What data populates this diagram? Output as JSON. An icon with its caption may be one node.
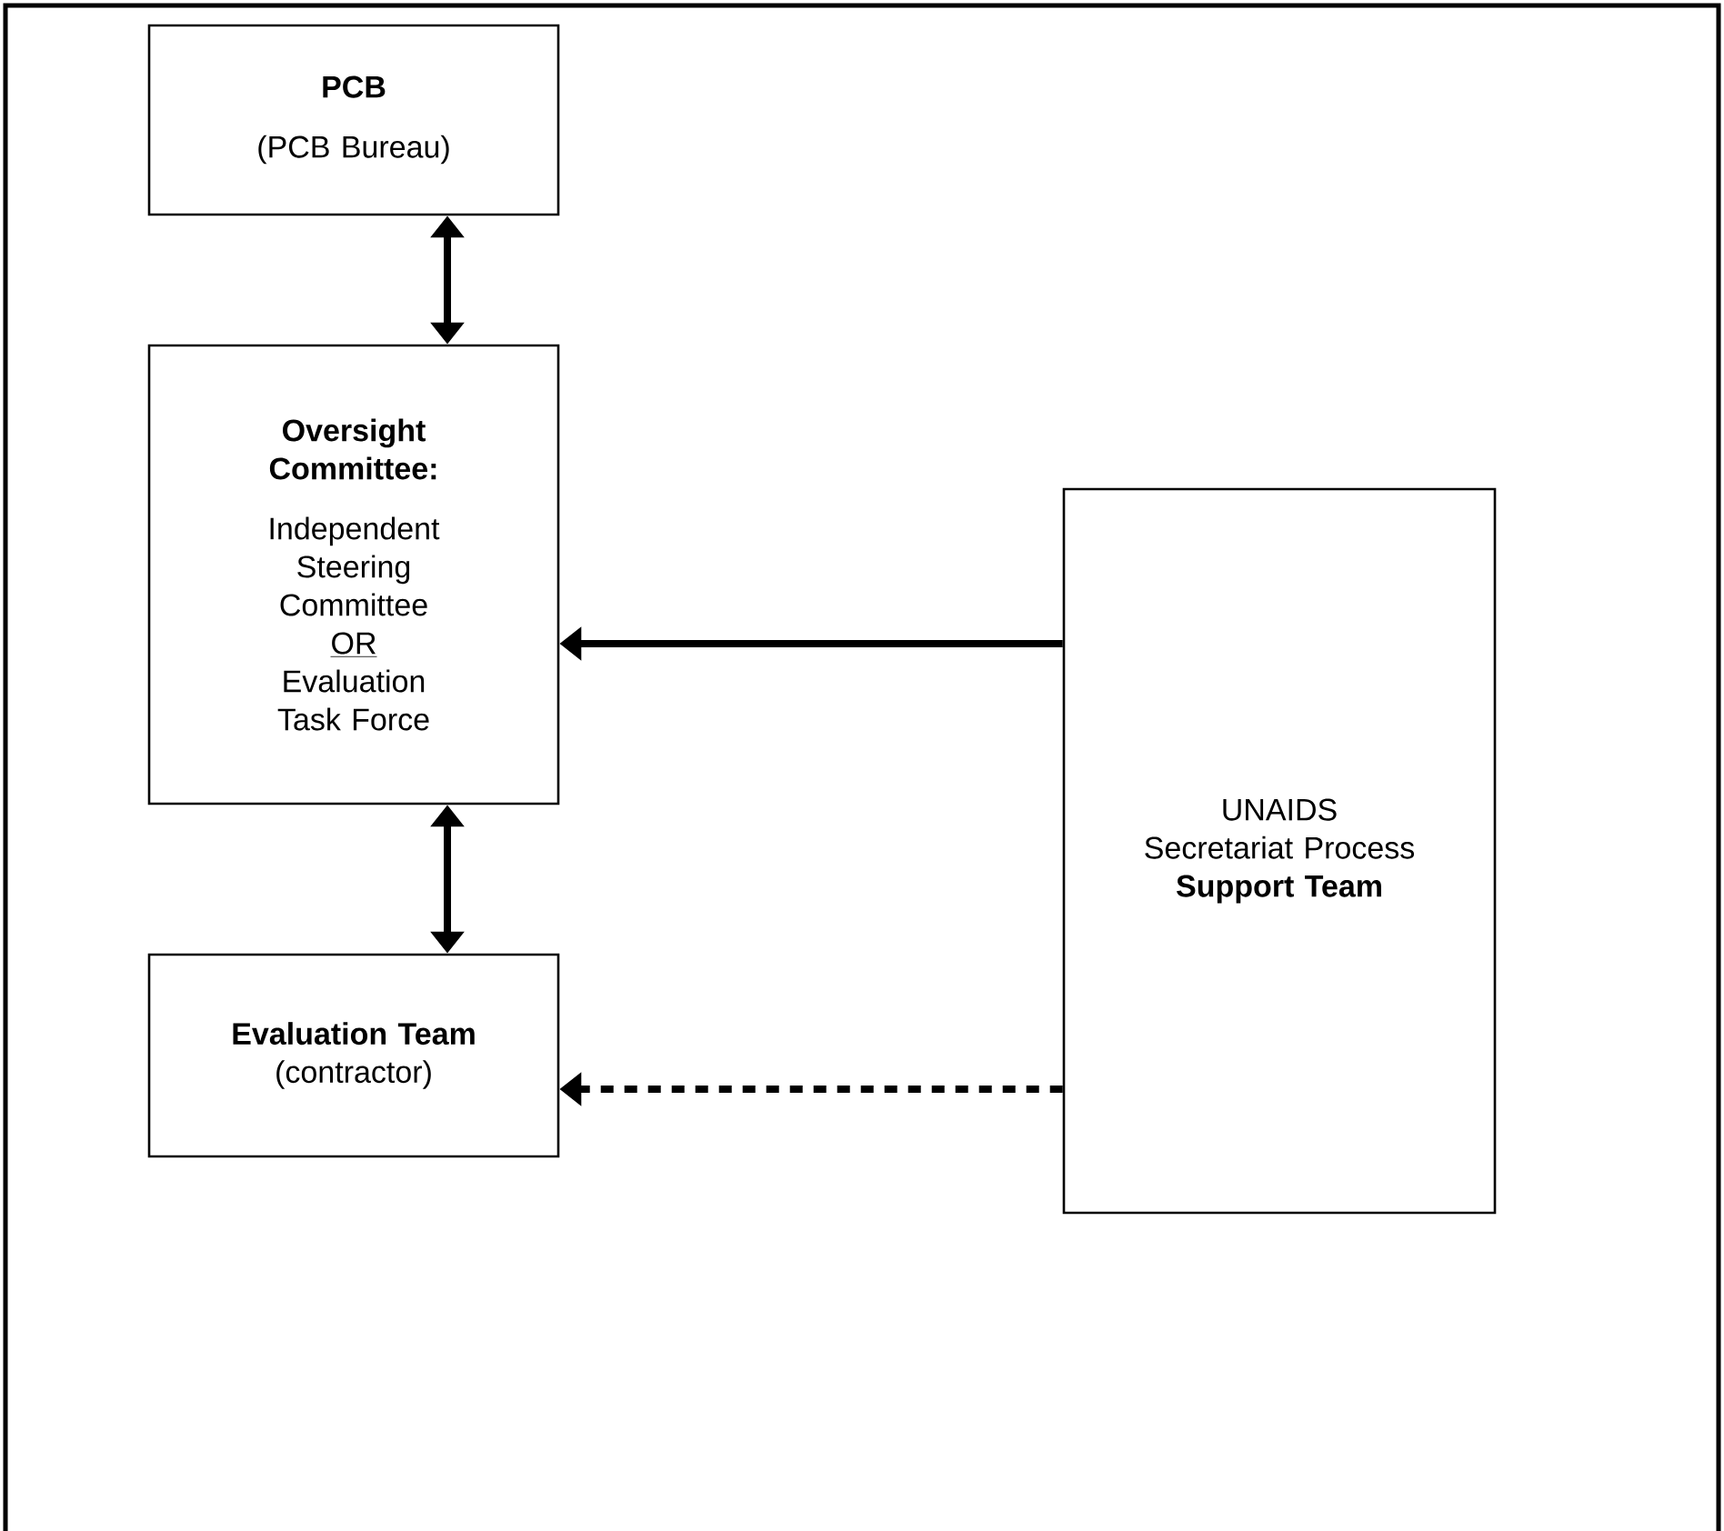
{
  "diagram": {
    "nodes": [
      {
        "text": [
          "PCB",
          "(PCB Bureau)"
        ]
      },
      {
        "text": [
          "Oversight Committee:",
          "Independent Steering Committee",
          "OR",
          "Evaluation Task Force"
        ]
      },
      {
        "text": [
          "Evaluation Team",
          "(contractor)"
        ]
      },
      {
        "text": [
          "UNAIDS Secretariat Process",
          "Support Team"
        ]
      }
    ],
    "edges": [
      {
        "from": 0,
        "to": 1,
        "arrow": "both"
      },
      {
        "from": 1,
        "to": 2,
        "arrow": "both"
      },
      {
        "from": 3,
        "to": 1,
        "arrow": "to"
      },
      {
        "from": 3,
        "to": 2,
        "arrow": "to",
        "style": "dashed"
      }
    ]
  }
}
